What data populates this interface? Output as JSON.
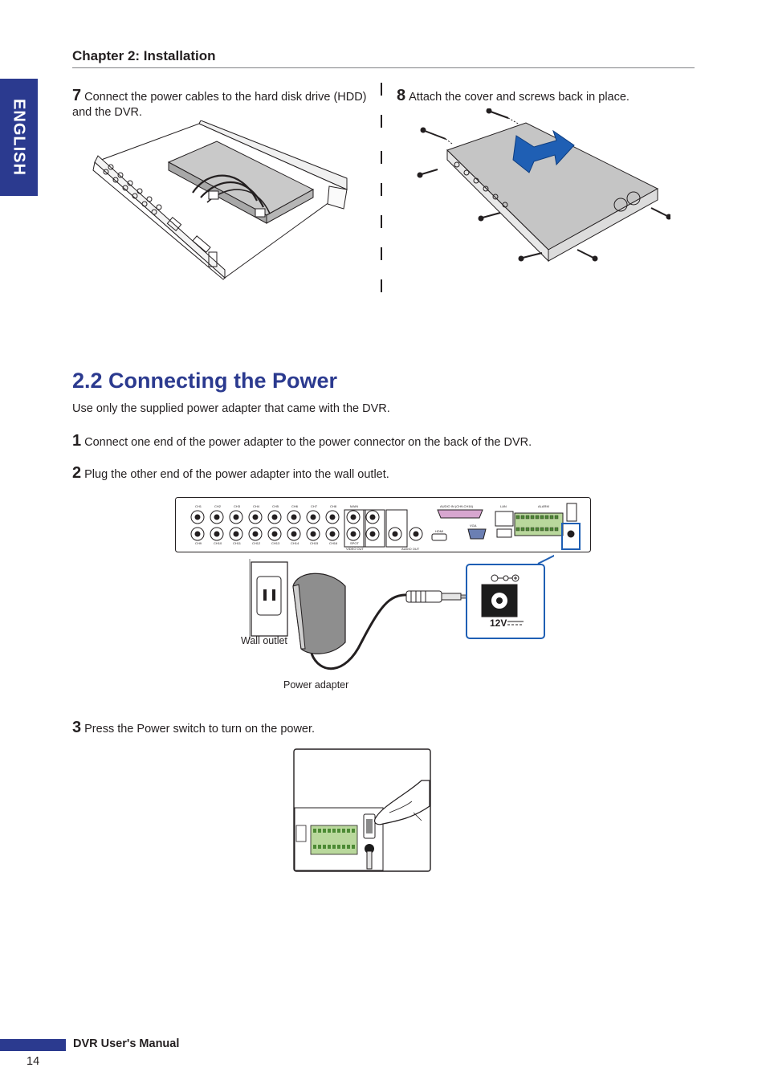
{
  "side_tab": {
    "label": "ENGLISH",
    "color": "#2b3a8f"
  },
  "header": {
    "chapter": "Chapter 2: Installation"
  },
  "steps_top": [
    {
      "num": "7",
      "text": "Connect the power cables to the hard disk drive (HDD) and the DVR."
    },
    {
      "num": "8",
      "text": "Attach the cover and screws back in place."
    }
  ],
  "section": {
    "title": "2.2 Connecting the Power",
    "intro": "Use only the supplied power adapter that came with the DVR.",
    "steps": [
      {
        "num": "1",
        "text": "Connect one end of the power adapter to the power connector on the back of the DVR."
      },
      {
        "num": "2",
        "text": "Plug the other end of the power adapter into the wall outlet."
      },
      {
        "num": "3",
        "text": "Press the Power switch to turn on the power."
      }
    ]
  },
  "illustration_labels": {
    "wall_outlet": "Wall outlet",
    "power_adapter": "Power adapter",
    "voltage": "12V",
    "panel_top": [
      "CH1",
      "CH2",
      "CH3",
      "CH4",
      "CH5",
      "CH6",
      "CH7",
      "CH8",
      "MAIN"
    ],
    "panel_bottom": [
      "CH9",
      "CH10",
      "CH11",
      "CH12",
      "CH13",
      "CH14",
      "CH15",
      "CH16",
      "SPOT"
    ],
    "audio_in": "AUDIO IN (CH9-CH16)",
    "lan": "LAN",
    "hdmi": "HDMI",
    "vga": "VGA",
    "alarm": "ALARM",
    "video_out": "VIDEO OUT",
    "audio_out": "AUDIO OUT"
  },
  "footer": {
    "title": "DVR User's Manual",
    "page": "14"
  }
}
